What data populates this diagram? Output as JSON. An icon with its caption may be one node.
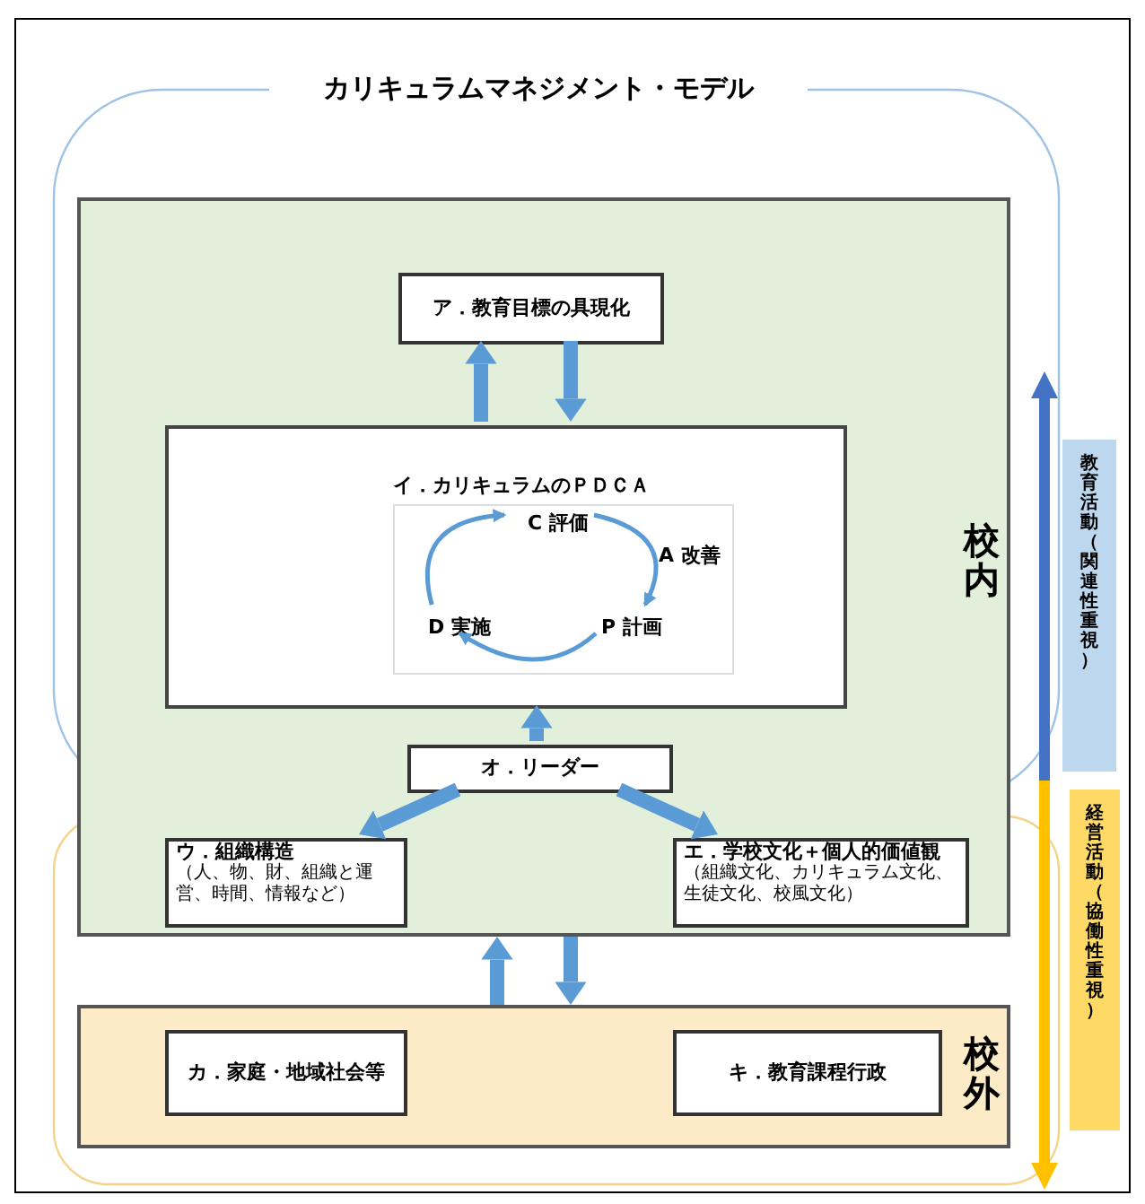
{
  "diagram": {
    "title": "カリキュラムマネジメント・モデル",
    "nodes": [
      {
        "text": [
          "校内"
        ]
      },
      {
        "text": [
          "ア．教育目標の具現化"
        ],
        "in": 0
      },
      {
        "text": [
          "イ．カリキュラムのＰＤＣＡ"
        ],
        "in": 0
      },
      {
        "text": [],
        "shape": "box",
        "in": 2
      },
      {
        "text": [
          "C 評価"
        ],
        "in": 3
      },
      {
        "text": [
          "P 計画"
        ],
        "in": 3
      },
      {
        "text": [
          "D 実施"
        ],
        "in": 3
      },
      {
        "text": [
          "オ．リーダー"
        ],
        "in": 0
      },
      {
        "text": [
          "ウ．組織構造",
          "（人、物、財、組織と運営、時間、情報など）"
        ],
        "in": 0
      },
      {
        "text": [
          "**エ．学校文化**＋個人的価値観",
          "（組織文化、カリキュラム文化、生徒文化、校風文化）"
        ],
        "in": 0
      },
      {
        "text": [
          "校外"
        ]
      },
      {
        "text": [
          "カ．家庭・地域社会等"
        ],
        "in": 10
      },
      {
        "text": [
          "キ．教育課程行政"
        ],
        "in": 10
      },
      {
        "text": [
          "教育活動（関連性重視）"
        ]
      },
      {
        "text": [
          "経営活動（協働性重視）"
        ]
      }
    ],
    "edges": [
      {
        "from": 2,
        "to": 1,
        "arrow": "to"
      },
      {
        "from": 1,
        "to": 2,
        "arrow": "to"
      },
      {
        "from": 7,
        "to": 2,
        "arrow": "to"
      },
      {
        "from": 7,
        "to": 8,
        "arrow": "to"
      },
      {
        "from": 7,
        "to": 9,
        "arrow": "to"
      },
      {
        "from": 10,
        "to": 0,
        "arrow": "to"
      },
      {
        "from": 0,
        "to": 10,
        "arrow": "to"
      },
      {
        "from": 4,
        "to": 5,
        "arrow": "to",
        "label": "A 改善"
      },
      {
        "from": 5,
        "to": 6,
        "arrow": "to"
      },
      {
        "from": 6,
        "to": 4,
        "arrow": "to"
      }
    ]
  }
}
